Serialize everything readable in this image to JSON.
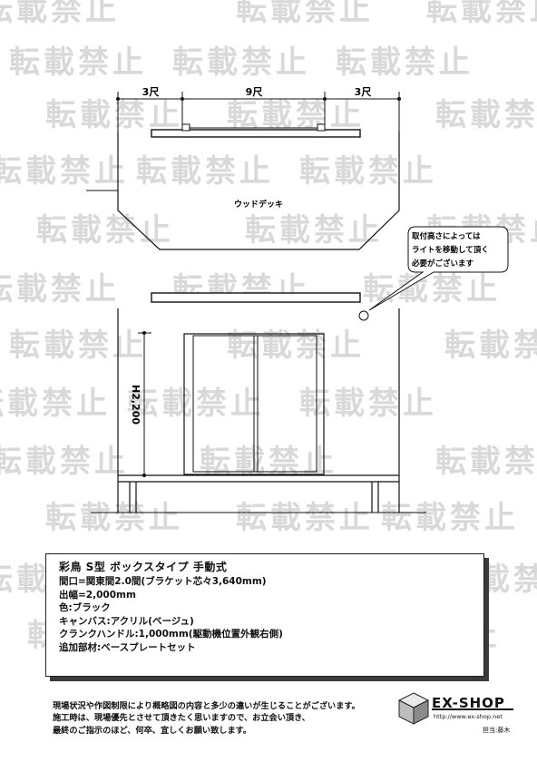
{
  "watermark": {
    "text": "転載禁止",
    "color": "#d9d9d9"
  },
  "dimensions": {
    "left": "3尺",
    "center": "9尺",
    "right": "3尺",
    "height": "H2,200"
  },
  "deck_label": "ウッドデッキ",
  "callout": {
    "lines": [
      "取付高さによっては",
      "ライトを移動して頂く",
      "必要がございます"
    ]
  },
  "spec": {
    "title": "彩鳥 S型 ボックスタイプ 手動式",
    "lines": [
      "間口=関東間2.0間(ブラケット芯々3,640mm)",
      "出幅=2,000mm",
      "色:ブラック",
      "キャンバス:アクリル(ベージュ)",
      "クランクハンドル:1,000mm(駆動機位置外観右側)",
      "追加部材:ベースプレートセット"
    ]
  },
  "notes": [
    "現場状況や作図制限により概略図の内容と多少の違いが生じることがございます。",
    "施工時は、現場優先とさせて頂きたく思いますので、お立会い頂き、",
    "最終のご指示のほど、何卒、宜しくお願い致します。"
  ],
  "logo": {
    "name": "EX-SHOP",
    "url": "http://www.ex-shop.net",
    "staff": "担当:藤木"
  }
}
